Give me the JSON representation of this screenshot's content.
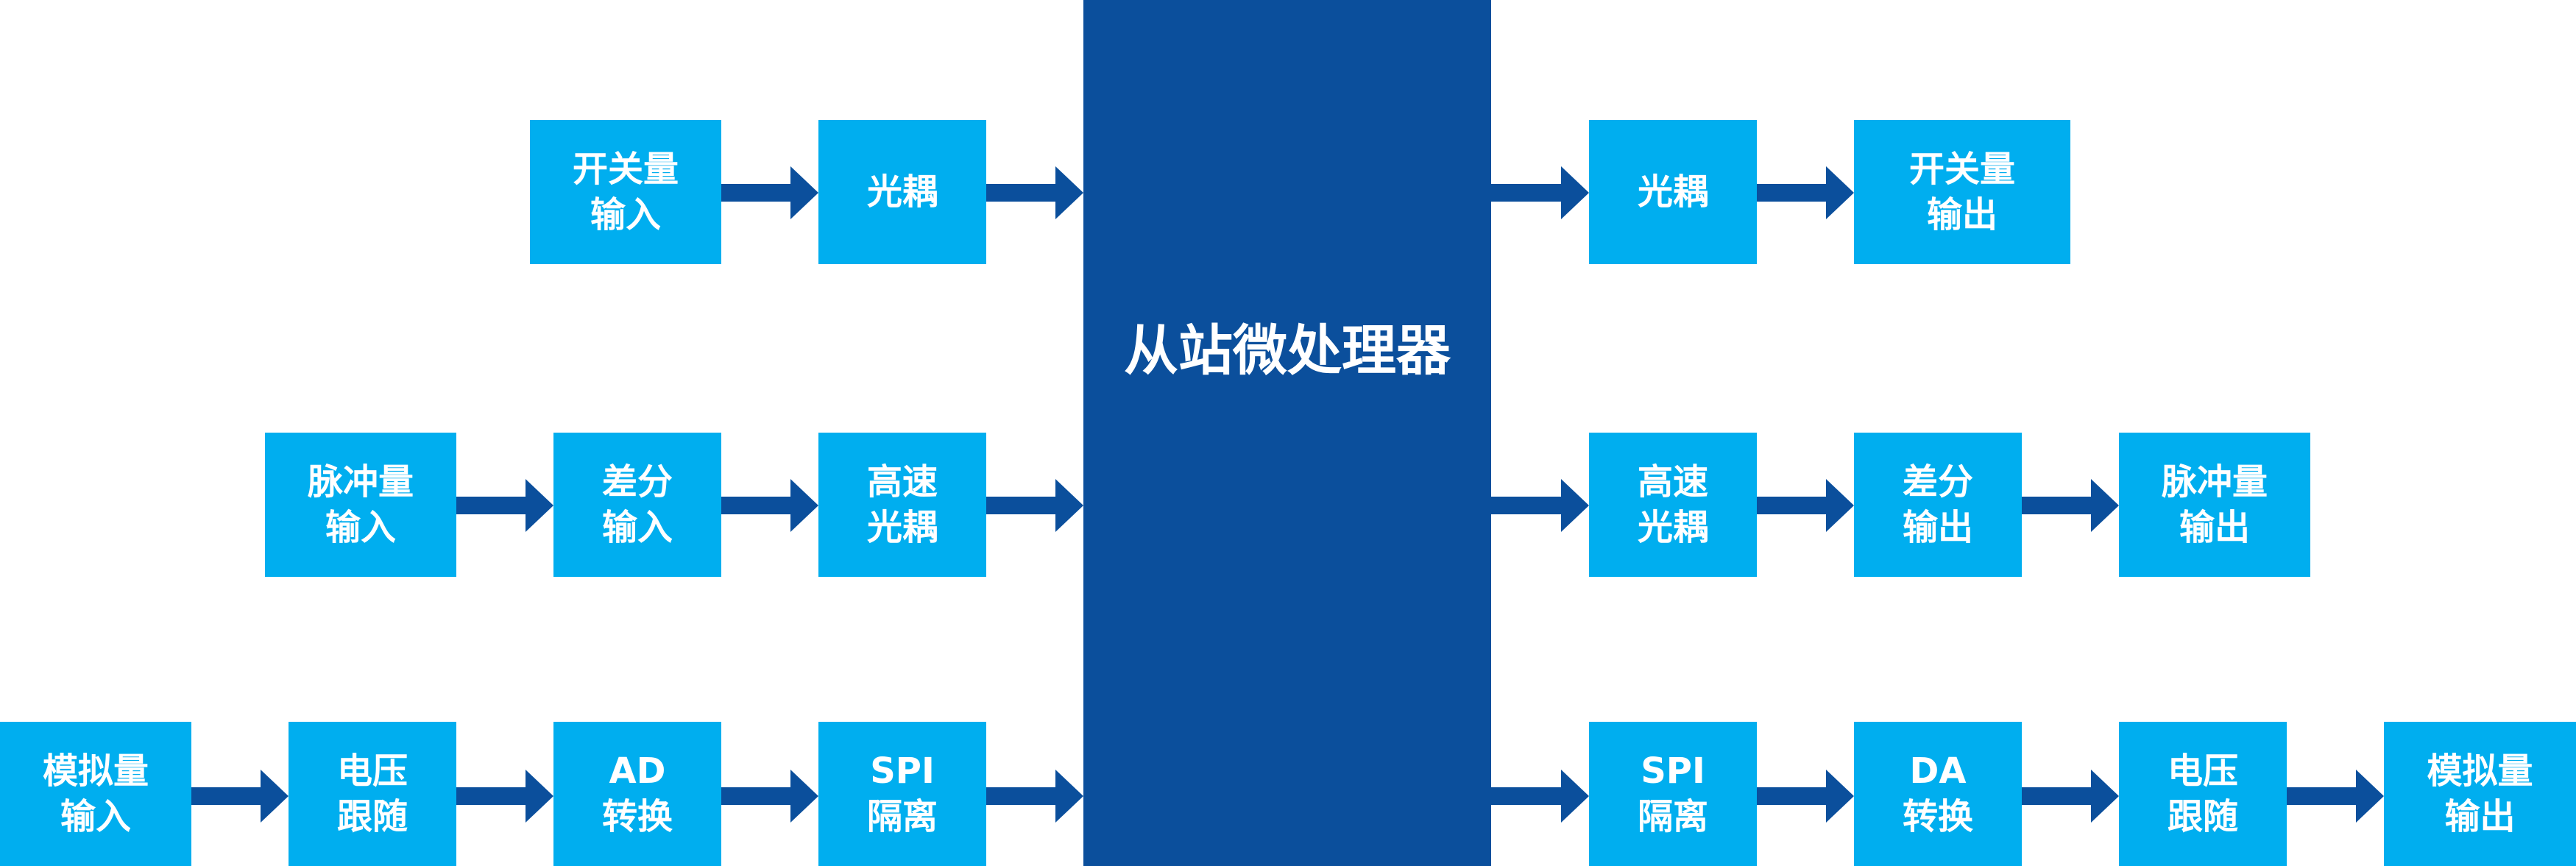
{
  "colors": {
    "box_fill": "#00aeef",
    "mcu_fill": "#0b4f9c",
    "arrow": "#0b4f9c",
    "text": "#ffffff",
    "background": "#ffffff"
  },
  "mcu": {
    "label": "从站微处理器"
  },
  "rows": {
    "row1": {
      "inputs": [
        {
          "lines": [
            "开关量",
            "输入"
          ]
        },
        {
          "lines": [
            "光耦"
          ]
        }
      ],
      "outputs": [
        {
          "lines": [
            "光耦"
          ]
        },
        {
          "lines": [
            "开关量",
            "输出"
          ]
        }
      ]
    },
    "row2": {
      "inputs": [
        {
          "lines": [
            "脉冲量",
            "输入"
          ]
        },
        {
          "lines": [
            "差分",
            "输入"
          ]
        },
        {
          "lines": [
            "高速",
            "光耦"
          ]
        }
      ],
      "outputs": [
        {
          "lines": [
            "高速",
            "光耦"
          ]
        },
        {
          "lines": [
            "差分",
            "输出"
          ]
        },
        {
          "lines": [
            "脉冲量",
            "输出"
          ]
        }
      ]
    },
    "row3": {
      "inputs": [
        {
          "lines": [
            "模拟量",
            "输入"
          ]
        },
        {
          "lines": [
            "电压",
            "跟随"
          ]
        },
        {
          "lines": [
            "AD",
            "转换"
          ]
        },
        {
          "lines": [
            "SPI",
            "隔离"
          ]
        }
      ],
      "outputs": [
        {
          "lines": [
            "SPI",
            "隔离"
          ]
        },
        {
          "lines": [
            "DA",
            "转换"
          ]
        },
        {
          "lines": [
            "电压",
            "跟随"
          ]
        },
        {
          "lines": [
            "模拟量",
            "输出"
          ]
        }
      ]
    }
  }
}
